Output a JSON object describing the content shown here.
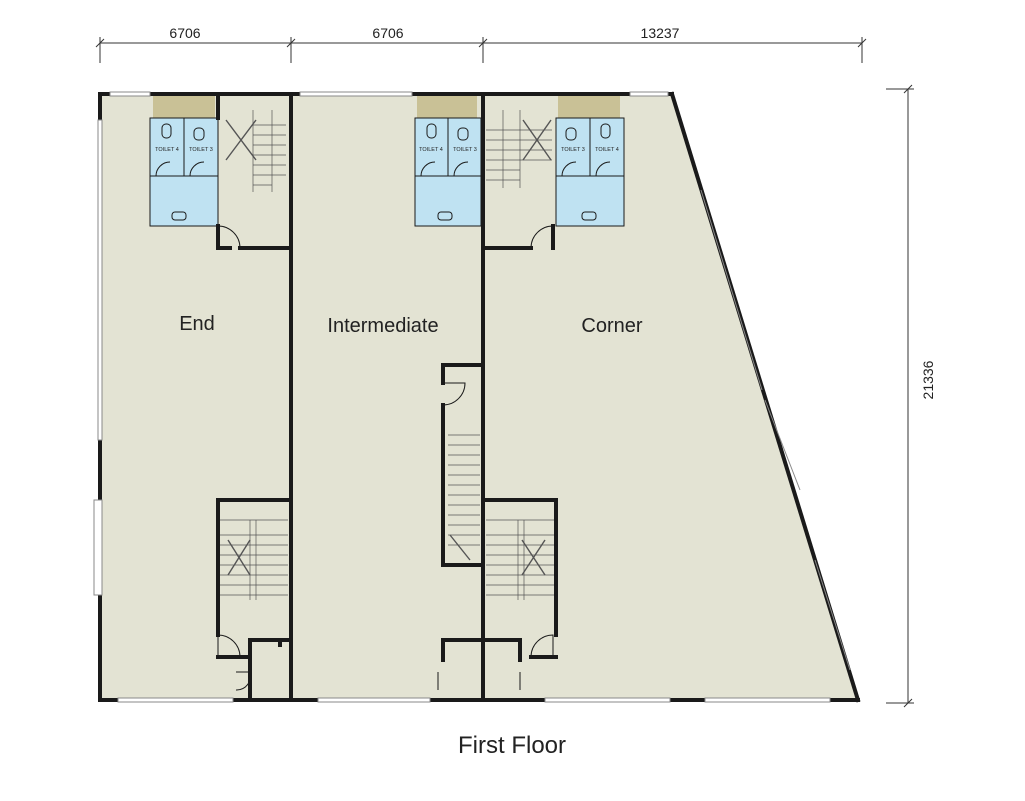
{
  "dimensions": {
    "top": [
      "6706",
      "6706",
      "13237"
    ],
    "right": "21336"
  },
  "units": {
    "end": "End",
    "intermediate": "Intermediate",
    "corner": "Corner"
  },
  "toilets": {
    "end": [
      "TOILET 4",
      "TOILET 3"
    ],
    "intermediate": [
      "TOILET 4",
      "TOILET 3"
    ],
    "corner": [
      "TOILET 3",
      "TOILET 4"
    ]
  },
  "title": "First Floor",
  "colors": {
    "floor": "#e3e3d3",
    "toilet": "#bfe2f2",
    "duct": "#c9c196",
    "wall": "#1a1a1a"
  }
}
